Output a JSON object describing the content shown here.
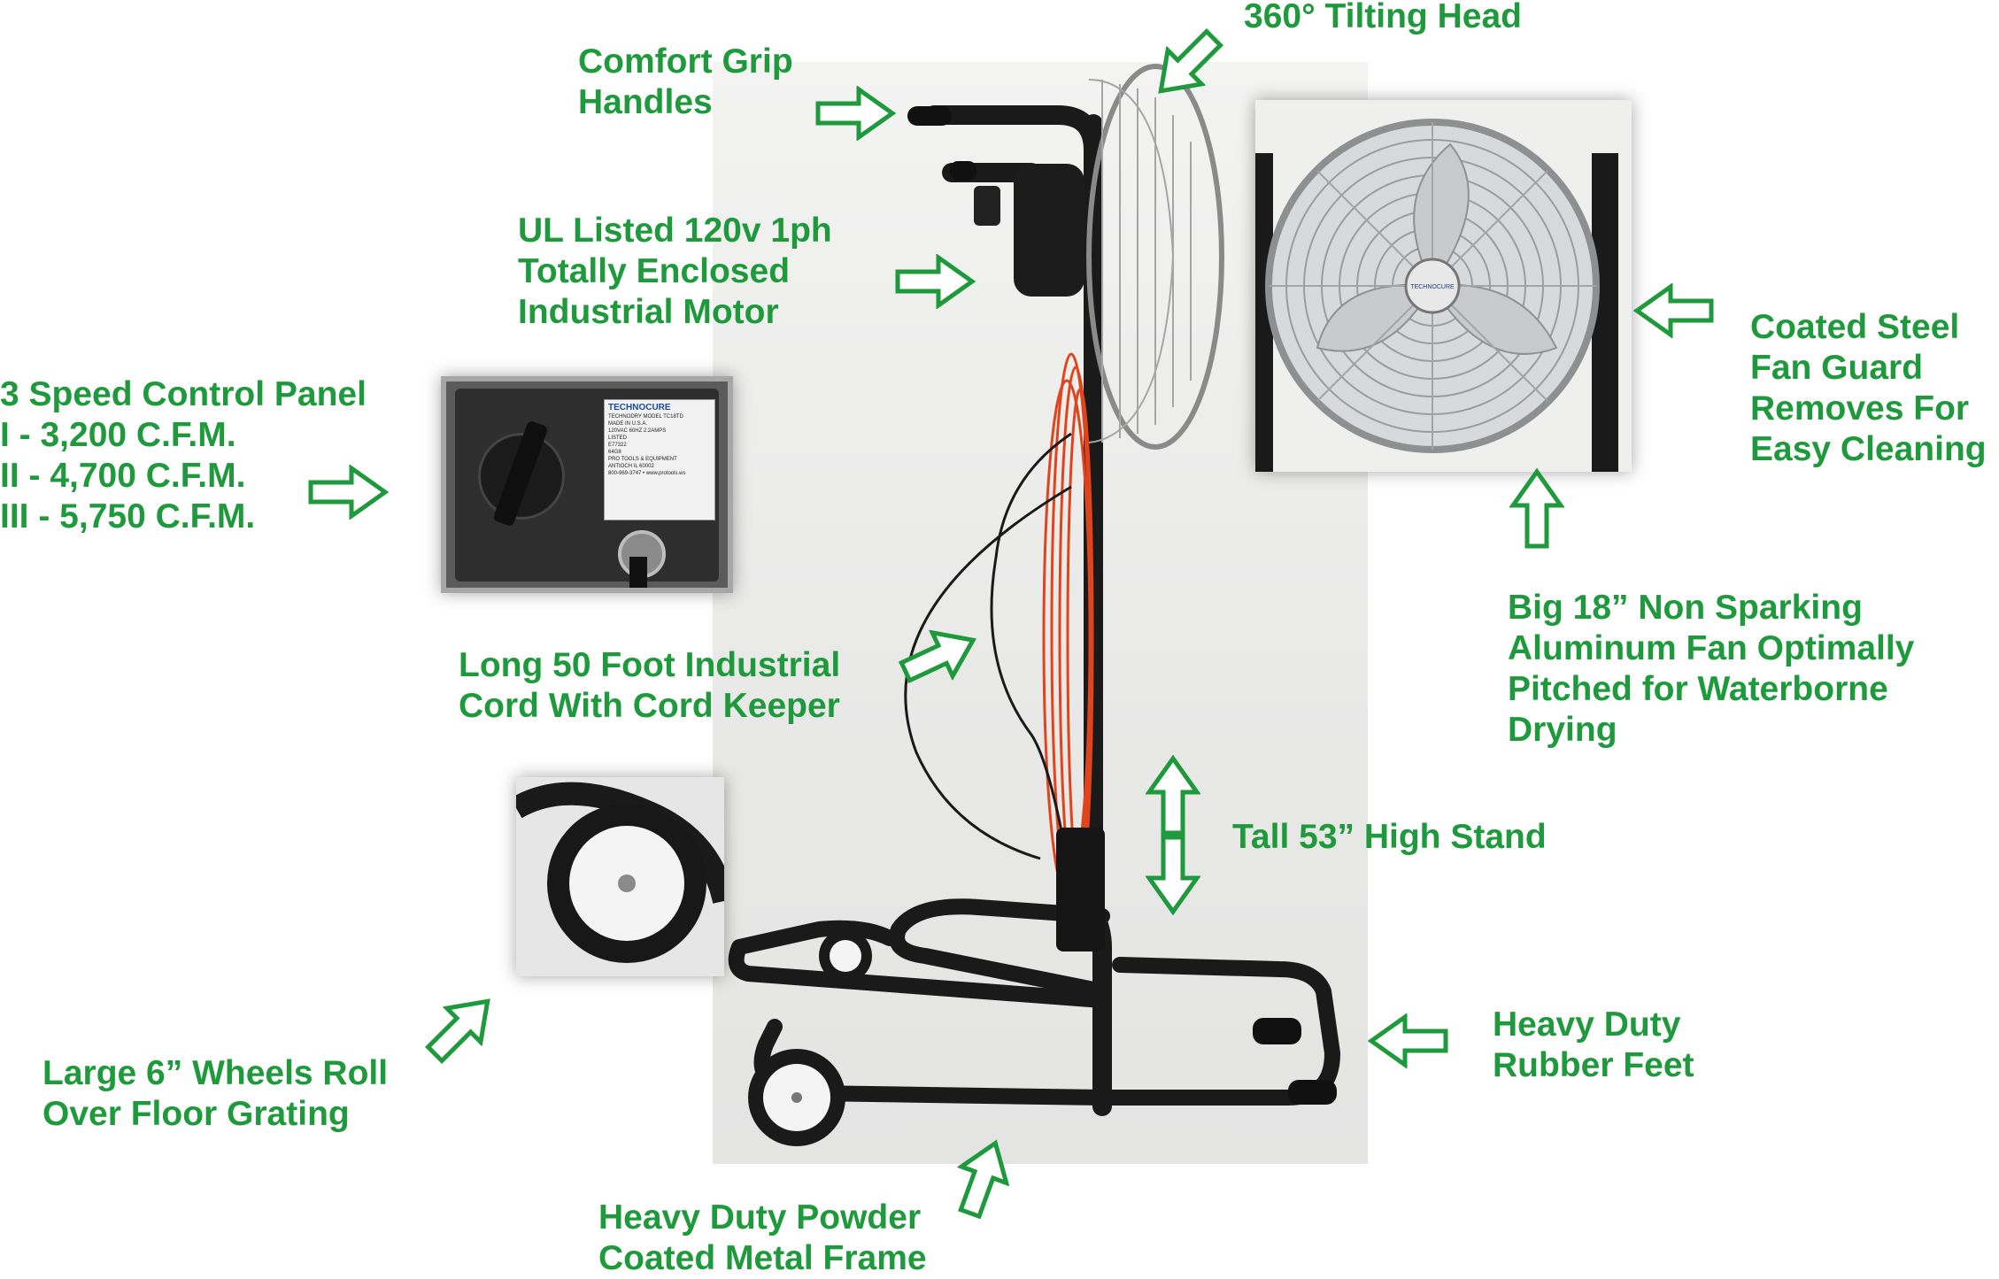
{
  "accent_color": "#1e9a3c",
  "labels": {
    "tilting_head": [
      "360°  Tilting Head"
    ],
    "grip_handles": [
      "Comfort Grip",
      "Handles"
    ],
    "motor": [
      "UL Listed 120v 1ph",
      "Totally Enclosed",
      "Industrial Motor"
    ],
    "fan_guard": [
      "Coated Steel",
      "Fan Guard",
      "Removes For",
      "Easy Cleaning"
    ],
    "control_panel": [
      "3 Speed Control Panel",
      "I - 3,200 C.F.M.",
      "II - 4,700 C.F.M.",
      "III - 5,750 C.F.M."
    ],
    "fan_blade": [
      "Big 18” Non Sparking",
      "Aluminum Fan Optimally",
      "Pitched for Waterborne",
      "Drying"
    ],
    "cord": [
      "Long 50 Foot Industrial",
      "Cord With Cord Keeper"
    ],
    "stand": [
      "Tall 53” High Stand"
    ],
    "rubber_feet": [
      "Heavy Duty",
      "Rubber Feet"
    ],
    "wheels": [
      "Large 6” Wheels Roll",
      "Over Floor Grating"
    ],
    "frame": [
      "Heavy Duty Powder",
      "Coated Metal Frame"
    ]
  },
  "panel_sticker": {
    "brand": "TECHNOCURE",
    "lines": [
      "TECHNODRY MODEL TC18TD",
      "MADE IN U.S.A.",
      "120VAC 60HZ 2.2AMPS",
      "LISTED",
      "E77322",
      "64G8",
      "PRO TOOLS & EQUIPMENT",
      "ANTIOCH IL 60002",
      "800-969-3747 • www.protools.ws"
    ]
  },
  "fan_hub_text": "TECHNOCURE",
  "icons": [
    "hollow-arrow-icon"
  ]
}
